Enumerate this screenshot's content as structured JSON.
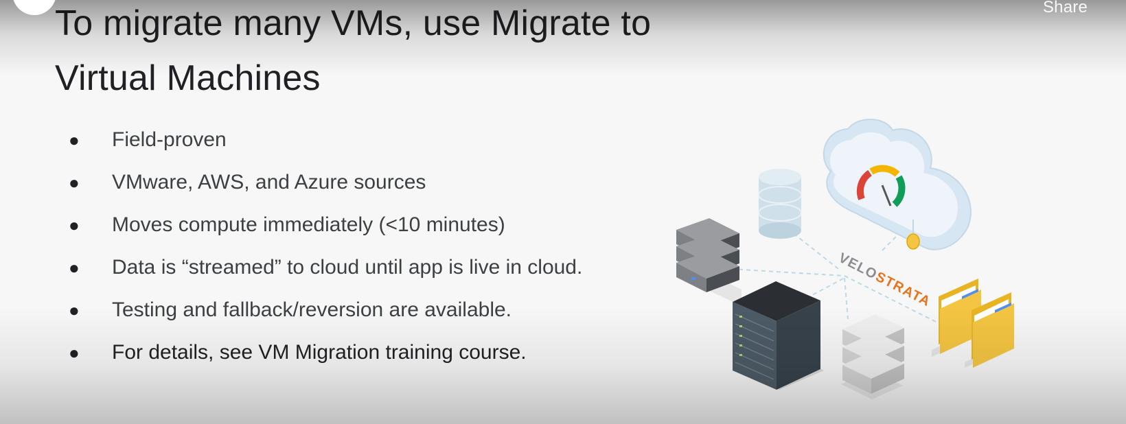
{
  "header": {
    "share_label": "Share"
  },
  "slide": {
    "title": "To migrate many VMs, use Migrate to Virtual Machines",
    "bullets": [
      "Field-proven",
      "VMware, AWS, and Azure sources",
      "Moves compute immediately (<10 minutes)",
      "Data is “streamed” to cloud until app is live in cloud.",
      "Testing and fallback/reversion are available.",
      "For details, see VM Migration training course."
    ],
    "illustration": {
      "brand_text": "VELOSTRATA",
      "colors": {
        "cloud": "#d6e6f2",
        "database": "#cfe0ea",
        "server_dark": "#3f4a55",
        "server_gray": "#8a8d91",
        "server_light": "#dcdcdc",
        "folder": "#f4c542",
        "gauge_red": "#db4437",
        "gauge_yellow": "#f4b400",
        "gauge_green": "#0f9d58",
        "brand_orange": "#e8731c"
      }
    }
  }
}
